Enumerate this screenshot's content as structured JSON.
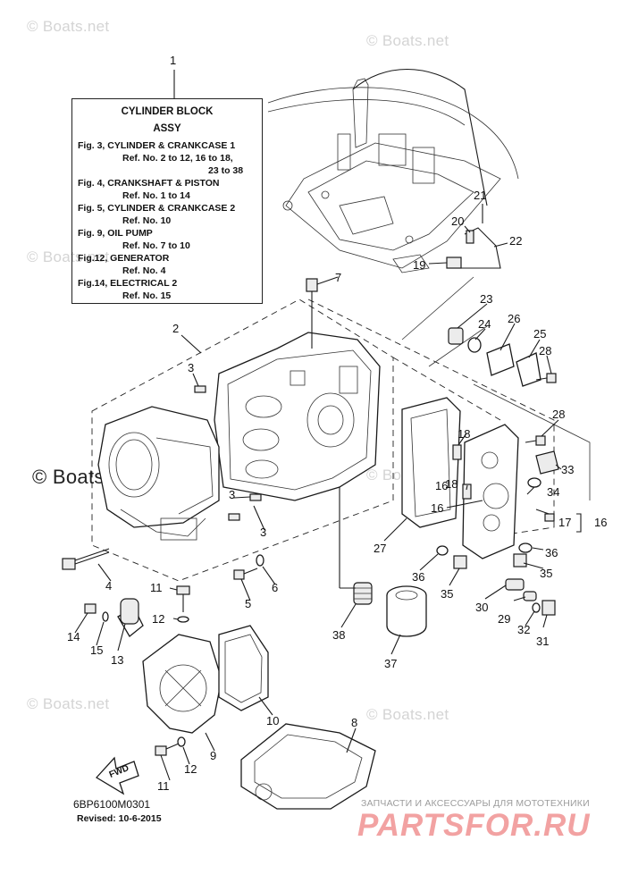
{
  "watermark": "© Boats.net",
  "reference_box": {
    "callout": "1",
    "title_line1": "CYLINDER  BLOCK",
    "title_line2": "ASSY",
    "lines": [
      "Fig. 3, CYLINDER & CRANKCASE 1",
      "Ref. No. 2 to 12, 16 to 18,",
      "23 to 38",
      "Fig. 4, CRANKSHAFT & PISTON",
      "Ref. No. 1 to 14",
      "Fig. 5, CYLINDER & CRANKCASE 2",
      "Ref. No. 10",
      "Fig. 9, OIL PUMP",
      "Ref. No. 7 to 10",
      "Fig.12, GENERATOR",
      "Ref. No. 4",
      "Fig.14, ELECTRICAL 2",
      "Ref. No. 15"
    ]
  },
  "callouts": [
    "2",
    "3",
    "3",
    "3",
    "4",
    "5",
    "6",
    "7",
    "8",
    "9",
    "10",
    "11",
    "11",
    "12",
    "12",
    "13",
    "14",
    "15",
    "16",
    "16",
    "17",
    "16",
    "18",
    "18",
    "19",
    "20",
    "21",
    "22",
    "23",
    "24",
    "25",
    "26",
    "27",
    "28",
    "28",
    "29",
    "30",
    "31",
    "32",
    "33",
    "34",
    "35",
    "35",
    "36",
    "36",
    "37",
    "38"
  ],
  "fwd_label": "FWD",
  "drawing_code": "6BP6100M0301",
  "revised": "Revised: 10-6-2015",
  "shop": {
    "tagline": "ЗАПЧАСТИ И АКСЕССУАРЫ ДЛЯ МОТОТЕХНИКИ",
    "logo": "PARTSFOR.RU",
    "logo_color": "#f2a2a2"
  },
  "colors": {
    "ink": "#1a1a1a",
    "watermark": "#d4d4d4"
  }
}
